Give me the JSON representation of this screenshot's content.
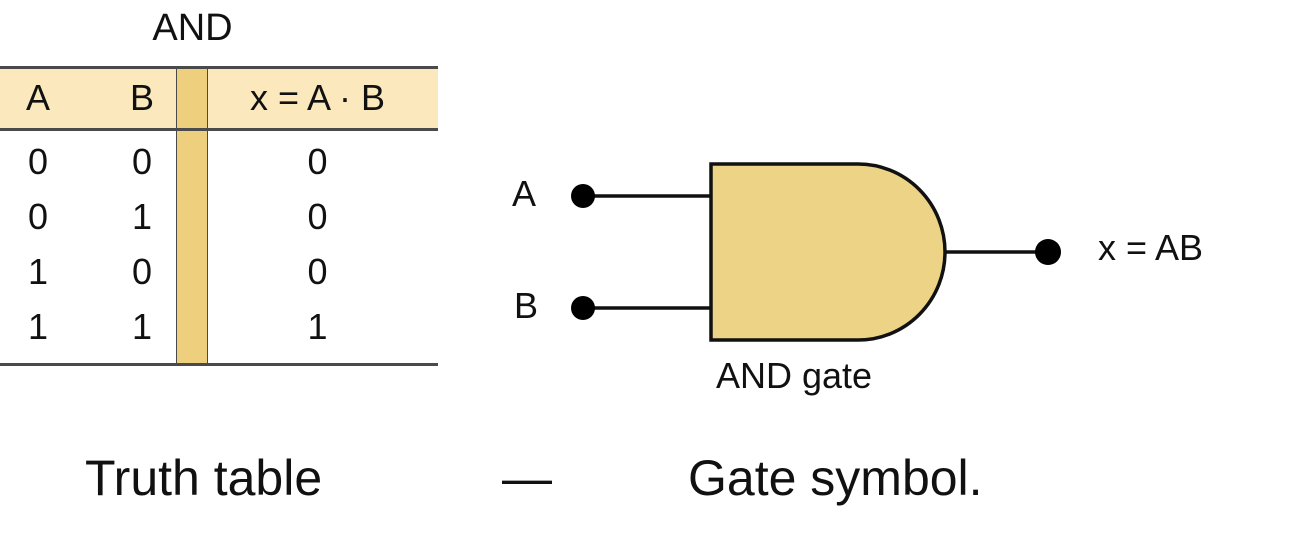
{
  "truth_table": {
    "title": "AND",
    "headers": {
      "a": "A",
      "b": "B",
      "x": "x = A · B"
    },
    "rows": [
      {
        "a": "0",
        "b": "0",
        "x": "0"
      },
      {
        "a": "0",
        "b": "1",
        "x": "0"
      },
      {
        "a": "1",
        "b": "0",
        "x": "0"
      },
      {
        "a": "1",
        "b": "1",
        "x": "1"
      }
    ]
  },
  "gate": {
    "input_a": "A",
    "input_b": "B",
    "output": "x = AB",
    "name": "AND gate",
    "fill_color": "#edd386"
  },
  "captions": {
    "left": "Truth table",
    "dash": "—",
    "right": "Gate symbol."
  }
}
